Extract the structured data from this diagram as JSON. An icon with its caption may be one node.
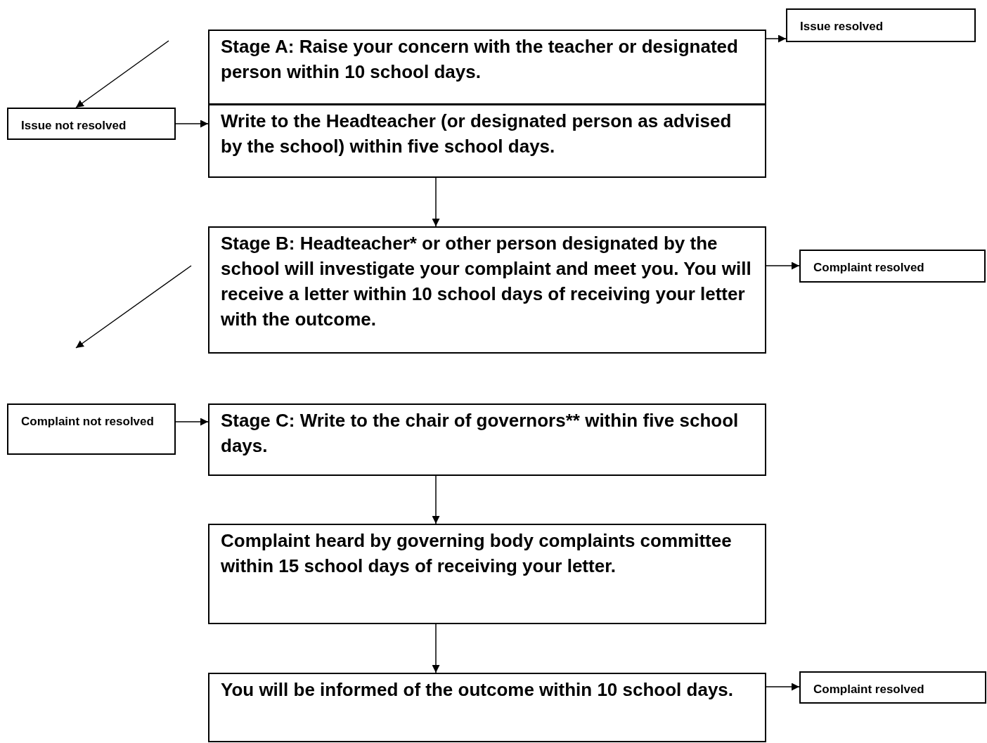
{
  "diagram": {
    "nodes": [
      {
        "text": [
          "Issue resolved"
        ]
      },
      {
        "text": [
          "Stage A: Raise your concern with the teacher or designated person within 10 school days."
        ]
      },
      {
        "text": [
          "Write to the Headteacher (or designated person as advised by the school) within five school days."
        ]
      },
      {
        "text": [
          "Issue not resolved"
        ]
      },
      {
        "text": [
          "Stage B: Headteacher* or other person designated by the school will investigate your complaint and meet you. You will receive a letter within 10 school days of receiving your letter with the outcome."
        ]
      },
      {
        "text": [
          "Complaint resolved"
        ]
      },
      {
        "text": [
          "Complaint not resolved"
        ]
      },
      {
        "text": [
          "Stage C: Write to the chair of governors** within five school days."
        ]
      },
      {
        "text": [
          "Complaint heard by governing body complaints committee within 15 school days of receiving your letter."
        ]
      },
      {
        "text": [
          "You will be informed of the outcome within 10 school days."
        ]
      },
      {
        "text": [
          "Complaint resolved"
        ]
      }
    ],
    "edges": [
      {
        "from": null,
        "to": 3,
        "arrow": "to"
      },
      {
        "from": 3,
        "to": 2,
        "arrow": "to"
      },
      {
        "from": 1,
        "to": 0,
        "arrow": "to"
      },
      {
        "from": 2,
        "to": 4,
        "arrow": "to"
      },
      {
        "from": 4,
        "to": 5,
        "arrow": "to"
      },
      {
        "from": 6,
        "to": 7,
        "arrow": "to"
      },
      {
        "from": 7,
        "to": 8,
        "arrow": "to"
      },
      {
        "from": 8,
        "to": 9,
        "arrow": "to"
      },
      {
        "from": 9,
        "to": 10,
        "arrow": "to"
      }
    ]
  }
}
